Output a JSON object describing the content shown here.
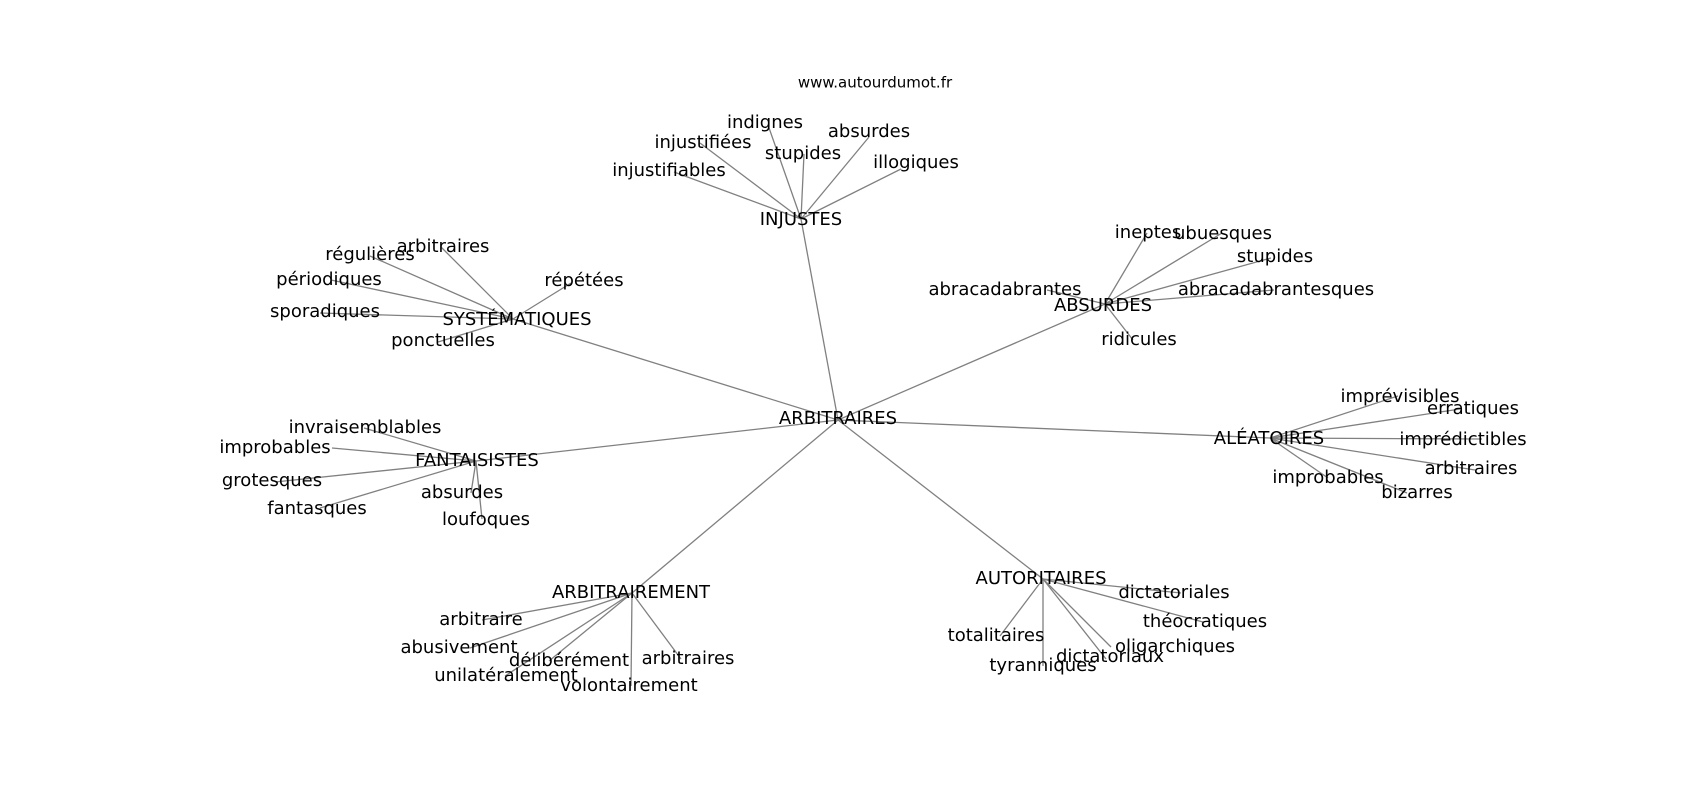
{
  "source_label": "www.autourdumot.fr",
  "root": "ARBITRAIRES",
  "groups": [
    {
      "hub": "INJUSTES",
      "leaves": [
        "indignes",
        "injustifiées",
        "absurdes",
        "stupides",
        "injustifiables",
        "illogiques"
      ]
    },
    {
      "hub": "SYSTÉMATIQUES",
      "leaves": [
        "arbitraires",
        "régulières",
        "périodiques",
        "répétées",
        "sporadiques",
        "ponctuelles"
      ]
    },
    {
      "hub": "ABSURDES",
      "leaves": [
        "ineptes",
        "ubuesques",
        "stupides",
        "abracadabrantes",
        "abracadabrantesques",
        "ridicules"
      ]
    },
    {
      "hub": "FANTAISISTES",
      "leaves": [
        "invraisemblables",
        "improbables",
        "grotesques",
        "absurdes",
        "fantasques",
        "loufoques"
      ]
    },
    {
      "hub": "ALÉATOIRES",
      "leaves": [
        "imprévisibles",
        "erratiques",
        "imprédictibles",
        "arbitraires",
        "improbables",
        "bizarres"
      ]
    },
    {
      "hub": "ARBITRAIREMENT",
      "leaves": [
        "arbitraire",
        "abusivement",
        "délibérément",
        "arbitraires",
        "unilatéralement",
        "volontairement"
      ]
    },
    {
      "hub": "AUTORITAIRES",
      "leaves": [
        "dictatoriales",
        "théocratiques",
        "totalitaires",
        "oligarchiques",
        "dictatoriaux",
        "tyranniques"
      ]
    }
  ]
}
